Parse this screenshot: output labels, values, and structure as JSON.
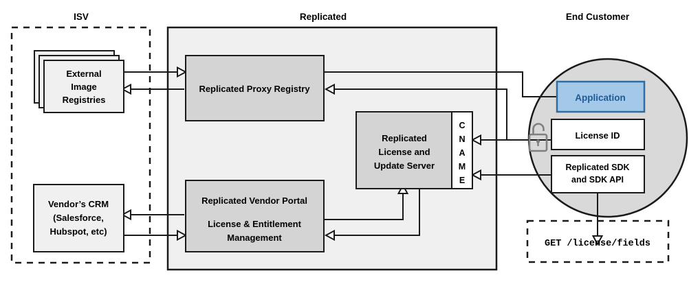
{
  "diagram": {
    "title": "Replicated platform architecture",
    "zones": {
      "isv": {
        "title": "ISV"
      },
      "replicated": {
        "title": "Replicated"
      },
      "end_customer": {
        "title": "End Customer"
      }
    },
    "nodes": {
      "external_image_registries": {
        "line1": "External",
        "line2": "Image",
        "line3": "Registries"
      },
      "vendors_crm": {
        "line1": "Vendor’s CRM",
        "line2": "(Salesforce,",
        "line3": "Hubspot, etc)"
      },
      "proxy_registry": {
        "label": "Replicated Proxy Registry"
      },
      "license_update_server": {
        "line1": "Replicated",
        "line2": "License and",
        "line3": "Update Server"
      },
      "cname": {
        "letters": [
          "C",
          "N",
          "A",
          "M",
          "E"
        ]
      },
      "vendor_portal": {
        "line1": "Replicated Vendor Portal",
        "line2": "License & Entitlement",
        "line3": "Management"
      },
      "application": {
        "label": "Application"
      },
      "license_id": {
        "label": "License ID"
      },
      "replicated_sdk": {
        "line1": "Replicated SDK",
        "line2": "and SDK API"
      },
      "api_call": {
        "label": "GET /license/fields"
      }
    },
    "colors": {
      "application_fill": "#a4c8e8",
      "application_stroke": "#2e6da4",
      "application_text": "#1f5c96",
      "component_fill": "#d4d4d4",
      "zone_fill": "#f0f0f0",
      "circle_fill": "#d9d9d9",
      "lock_stroke": "#808080",
      "line_stroke": "#1a1a1a"
    }
  }
}
